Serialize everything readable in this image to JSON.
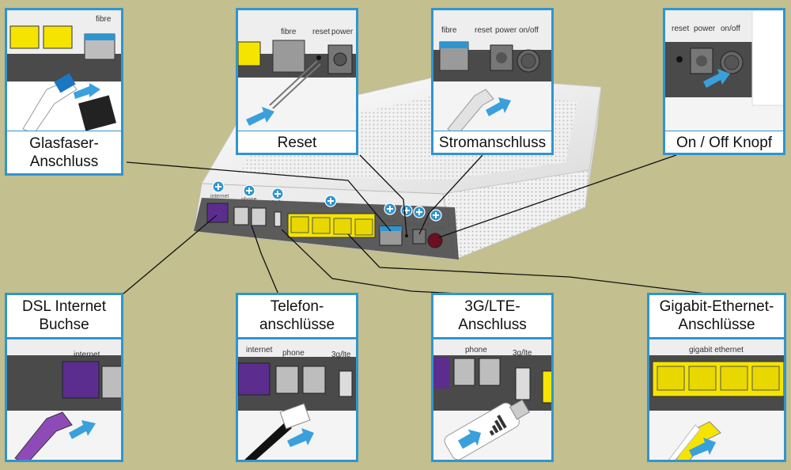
{
  "colors": {
    "background": "#c3bf8e",
    "frame": "#2f95cf",
    "ethernet": "#f5e400",
    "dsl": "#5b2d8e",
    "arrow": "#3aa0dc"
  },
  "top_panels": [
    {
      "id": "fibre",
      "label_line1": "Glasfaser-",
      "label_line2": "Anschluss",
      "port_labels": [
        "fibre"
      ]
    },
    {
      "id": "reset",
      "label_line1": "Reset",
      "port_labels": [
        "fibre",
        "reset",
        "power"
      ]
    },
    {
      "id": "power",
      "label_line1": "Stromanschluss",
      "port_labels": [
        "fibre",
        "reset",
        "power",
        "on/off"
      ]
    },
    {
      "id": "onoff",
      "label_line1": "On / Off Knopf",
      "port_labels": [
        "reset",
        "power",
        "on/off"
      ]
    }
  ],
  "bottom_panels": [
    {
      "id": "dsl",
      "label_line1": "DSL Internet",
      "label_line2": "Buchse",
      "port_labels": [
        "internet"
      ]
    },
    {
      "id": "phone",
      "label_line1": "Telefon-",
      "label_line2": "anschlüsse",
      "port_labels": [
        "internet",
        "phone",
        "3g/lte"
      ]
    },
    {
      "id": "lte",
      "label_line1": "3G/LTE-",
      "label_line2": "Anschluss",
      "port_labels": [
        "phone",
        "3g/lte"
      ]
    },
    {
      "id": "ethernet",
      "label_line1": "Gigabit-Ethernet-",
      "label_line2": "Anschlüsse",
      "port_labels": [
        "gigabit ethernet"
      ]
    }
  ],
  "router_port_labels": [
    "internet",
    "phone",
    "3g/lte",
    "gigabit ethernet",
    "fibre",
    "reset",
    "power",
    "on/off"
  ]
}
